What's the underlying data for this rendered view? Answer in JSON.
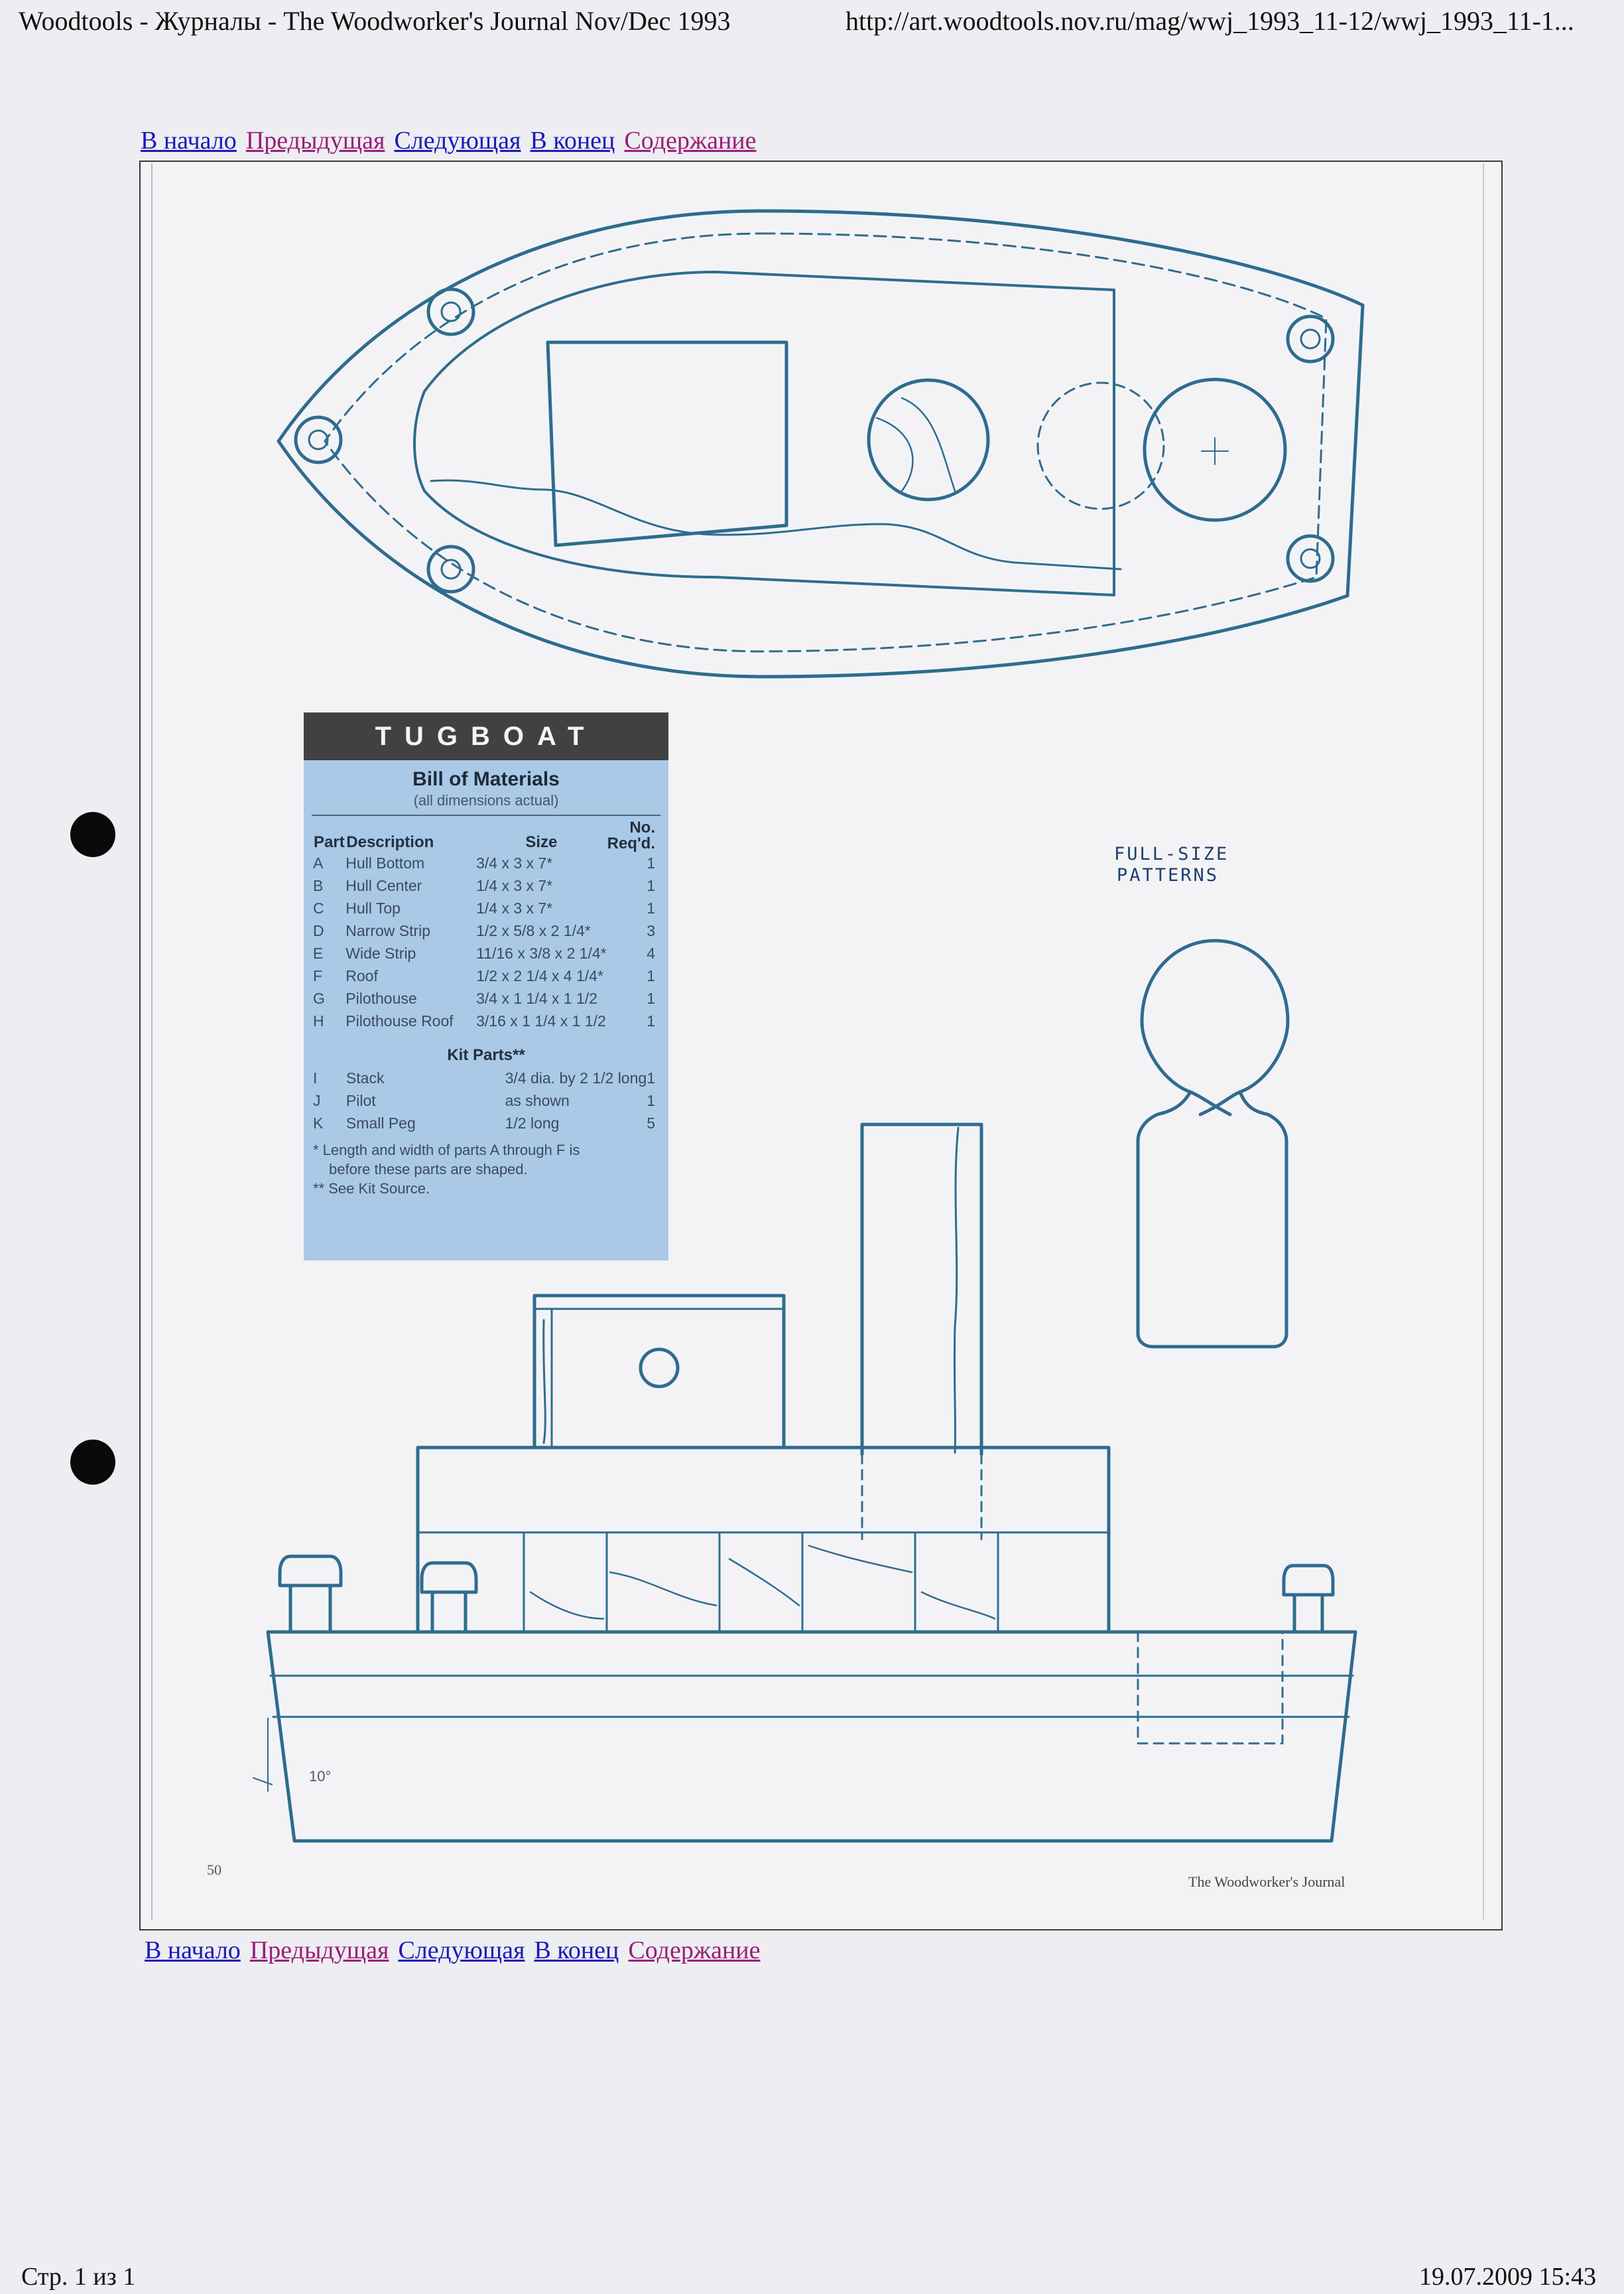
{
  "header": {
    "title": "Woodtools - Журналы - The Woodworker's Journal Nov/Dec 1993",
    "url": "http://art.woodtools.nov.ru/mag/wwj_1993_11-12/wwj_1993_11-1..."
  },
  "nav": {
    "start": "В начало",
    "prev": "Предыдущая",
    "next": "Следующая",
    "end": "В конец",
    "contents": "Содержание"
  },
  "bom": {
    "banner": "TUGBOAT",
    "title": "Bill of Materials",
    "subtitle": "(all dimensions actual)",
    "columns": {
      "part": "Part",
      "description": "Description",
      "size": "Size",
      "qty_top": "No.",
      "qty_bottom": "Req'd."
    },
    "rows": [
      {
        "part": "A",
        "description": "Hull Bottom",
        "size": "3/4 x 3 x 7*",
        "qty": "1"
      },
      {
        "part": "B",
        "description": "Hull Center",
        "size": "1/4 x 3 x 7*",
        "qty": "1"
      },
      {
        "part": "C",
        "description": "Hull Top",
        "size": "1/4 x 3 x 7*",
        "qty": "1"
      },
      {
        "part": "D",
        "description": "Narrow Strip",
        "size": "1/2 x 5/8 x 2 1/4*",
        "qty": "3"
      },
      {
        "part": "E",
        "description": "Wide Strip",
        "size": "11/16 x 3/8 x 2 1/4*",
        "qty": "4"
      },
      {
        "part": "F",
        "description": "Roof",
        "size": "1/2 x 2 1/4 x 4 1/4*",
        "qty": "1"
      },
      {
        "part": "G",
        "description": "Pilothouse",
        "size": "3/4 x 1 1/4 x 1 1/2",
        "qty": "1"
      },
      {
        "part": "H",
        "description": "Pilothouse Roof",
        "size": "3/16 x 1 1/4 x 1 1/2",
        "qty": "1"
      }
    ],
    "kit_title": "Kit Parts**",
    "kit_rows": [
      {
        "part": "I",
        "description": "Stack",
        "size": "3/4 dia. by 2 1/2 long",
        "qty": "1"
      },
      {
        "part": "J",
        "description": "Pilot",
        "size": "as shown",
        "qty": "1"
      },
      {
        "part": "K",
        "description": "Small Peg",
        "size": "1/2 long",
        "qty": "5"
      }
    ],
    "footnote1a": "* Length and width of parts A through F is",
    "footnote1b": "before these parts are shaped.",
    "footnote2": "** See Kit Source."
  },
  "annotations": {
    "full_size_1": "FULL-SIZE",
    "full_size_2": "PATTERNS",
    "angle": "10°"
  },
  "page_number": "50",
  "journal_footer": "The Woodworker's Journal",
  "footer": {
    "pages": "Стр. 1 из 1",
    "datetime": "19.07.2009 15:43"
  },
  "colors": {
    "line": "#2f6c8e",
    "table_bg": "#a9c9e7",
    "link_blue": "#1a1ab8",
    "link_purple": "#9a1e78"
  }
}
